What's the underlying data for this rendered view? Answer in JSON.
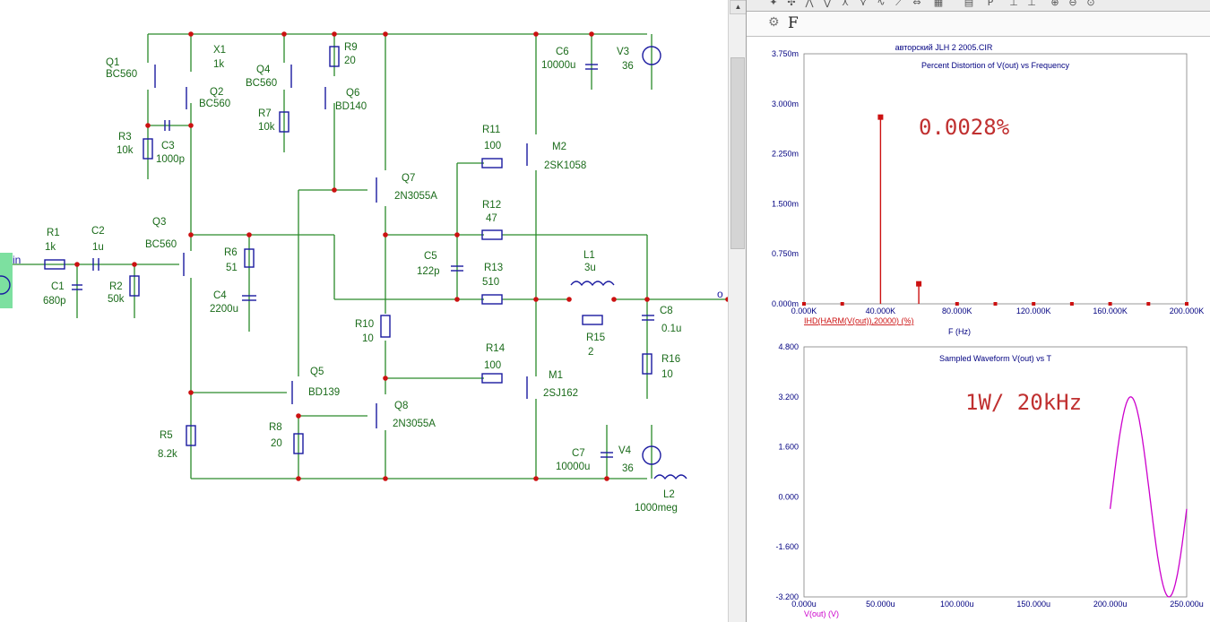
{
  "schematic": {
    "components": [
      {
        "ref": "Q1",
        "value": "BC560"
      },
      {
        "ref": "Q2",
        "value": "BC560"
      },
      {
        "ref": "X1",
        "value": "1k"
      },
      {
        "ref": "Q4",
        "value": "BC560"
      },
      {
        "ref": "R9",
        "value": "20"
      },
      {
        "ref": "Q6",
        "value": "BD140"
      },
      {
        "ref": "R7",
        "value": "10k"
      },
      {
        "ref": "R3",
        "value": "10k"
      },
      {
        "ref": "C3",
        "value": "1000p"
      },
      {
        "ref": "C6",
        "value": "10000u"
      },
      {
        "ref": "V3",
        "value": "36"
      },
      {
        "ref": "R11",
        "value": "100"
      },
      {
        "ref": "M2",
        "value": "2SK1058"
      },
      {
        "ref": "Q7",
        "value": "2N3055A"
      },
      {
        "ref": "R12",
        "value": "47"
      },
      {
        "ref": "R1",
        "value": "1k"
      },
      {
        "ref": "C2",
        "value": "1u"
      },
      {
        "ref": "Q3",
        "value": "BC560"
      },
      {
        "ref": "R6",
        "value": "51"
      },
      {
        "ref": "C5",
        "value": "122p"
      },
      {
        "ref": "R13",
        "value": "510"
      },
      {
        "ref": "L1",
        "value": "3u"
      },
      {
        "ref": "C1",
        "value": "680p"
      },
      {
        "ref": "R2",
        "value": "50k"
      },
      {
        "ref": "C4",
        "value": "2200u"
      },
      {
        "ref": "C8",
        "value": "0.1u"
      },
      {
        "ref": "R15",
        "value": "2"
      },
      {
        "ref": "R10",
        "value": "10"
      },
      {
        "ref": "R16",
        "value": "10"
      },
      {
        "ref": "R14",
        "value": "100"
      },
      {
        "ref": "M1",
        "value": "2SJ162"
      },
      {
        "ref": "Q5",
        "value": "BD139"
      },
      {
        "ref": "Q8",
        "value": "2N3055A"
      },
      {
        "ref": "R8",
        "value": "20"
      },
      {
        "ref": "R5",
        "value": "8.2k"
      },
      {
        "ref": "C7",
        "value": "10000u"
      },
      {
        "ref": "V4",
        "value": "36"
      },
      {
        "ref": "L2",
        "value": "1000meg"
      }
    ],
    "net_labels": {
      "input": "in",
      "output": "o"
    }
  },
  "analysis": {
    "formula_label": "F",
    "window_title": "авторский JLH 2  2005.CIR",
    "distortion_callout": "0.0028%",
    "waveform_callout": "1W/ 20kHz",
    "colors": {
      "distortion": "#cc1111",
      "waveform": "#cc00cc",
      "axis_text": "#000080",
      "grid_dot": "#808080"
    }
  },
  "chart_data": [
    {
      "type": "bar",
      "title": "Percent Distortion of V(out) vs Frequency",
      "xlabel": "F (Hz)",
      "ylabel": "",
      "xlim": [
        0,
        200000
      ],
      "ylim": [
        0,
        0.00375
      ],
      "x_tick_labels": [
        "0.000K",
        "40.000K",
        "80.000K",
        "120.000K",
        "160.000K",
        "200.000K"
      ],
      "y_tick_labels": [
        "3.750m",
        "3.000m",
        "2.250m",
        "1.500m",
        "0.750m",
        "0.000m"
      ],
      "series": [
        {
          "name": "IHD(HARM(V(out)),20000) (%)",
          "x": [
            0,
            20000,
            40000,
            60000,
            80000,
            100000,
            120000,
            140000,
            160000,
            180000,
            200000
          ],
          "values": [
            0,
            0,
            0.0028,
            0.0003,
            0,
            0,
            0,
            0,
            0,
            0,
            0
          ]
        }
      ]
    },
    {
      "type": "line",
      "title": "Sampled Waveform  V(out) vs T",
      "xlabel": "",
      "ylabel": "",
      "xlim": [
        0,
        250
      ],
      "ylim": [
        -3.2,
        4.8
      ],
      "x_tick_labels": [
        "0.000u",
        "50.000u",
        "100.000u",
        "150.000u",
        "200.000u",
        "250.000u"
      ],
      "y_tick_labels": [
        "4.800",
        "3.200",
        "1.600",
        "0.000",
        "-1.600",
        "-3.200"
      ],
      "series": [
        {
          "name": "V(out) (V)",
          "x_start": 200,
          "x_end": 250,
          "amplitude": 3.2,
          "period": 50,
          "phase_offset": -0.12
        }
      ]
    }
  ]
}
